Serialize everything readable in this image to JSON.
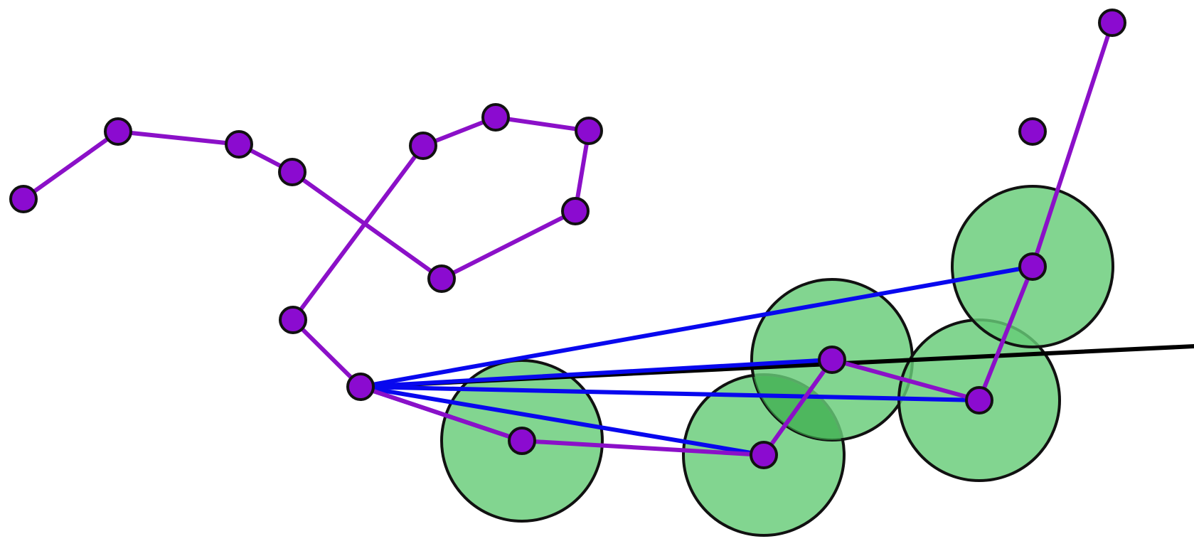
{
  "diagram": {
    "colors": {
      "background": "#ffffff",
      "node_fill": "#8b0bd0",
      "node_stroke": "#111111",
      "chain_edge": "#8b10c8",
      "link_edge": "#0808ee",
      "reference_line": "#000000",
      "circle_fill": "#66cc77",
      "circle_overlap_fill": "#3faa4f",
      "circle_stroke": "#111111"
    },
    "chain_sequence": [
      "n01",
      "n02",
      "n03",
      "n04",
      "n05",
      "n06",
      "n07",
      "n08",
      "n09",
      "n10",
      "n11",
      "n12",
      "n13",
      "n14",
      "n15",
      "n16",
      "n17",
      "n18",
      "n19",
      "n20"
    ],
    "highlighted_nodes": [
      "n15",
      "n16",
      "n17",
      "n18",
      "n19"
    ],
    "blue_links": [
      [
        "n14",
        "n15"
      ],
      [
        "n14",
        "n16"
      ],
      [
        "n14",
        "n17"
      ],
      [
        "n14",
        "n18"
      ],
      [
        "n14",
        "n19"
      ]
    ],
    "reference_line": {
      "from_node": "n14",
      "direction": "right"
    }
  }
}
